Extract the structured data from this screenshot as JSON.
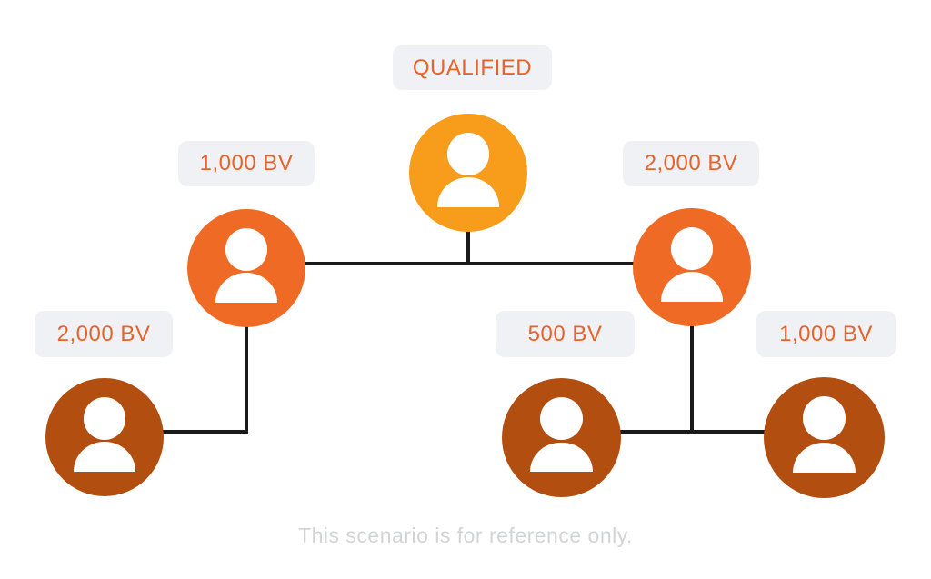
{
  "page": {
    "background": "#ffffff",
    "footer_note": "This scenario is for reference only."
  },
  "diagram": {
    "type": "tree",
    "colors": {
      "root_node": "#F89C1B",
      "mid_node": "#EE6A25",
      "leaf_node": "#B14E10",
      "label_text": "#E8632C",
      "label_bg": "#EFF1F4",
      "connector": "#1A1A1A",
      "footer_text": "#D3D4D6"
    },
    "root": {
      "id": "qualified-root",
      "label": "QUALIFIED",
      "icon": "person-icon"
    },
    "nodes": [
      {
        "id": "left-leg",
        "value": "1,000 BV",
        "icon": "person-icon",
        "parent": "qualified-root"
      },
      {
        "id": "right-leg",
        "value": "2,000 BV",
        "icon": "person-icon",
        "parent": "qualified-root"
      },
      {
        "id": "left-leg-child",
        "value": "2,000 BV",
        "icon": "person-icon",
        "parent": "left-leg"
      },
      {
        "id": "right-leg-child-left",
        "value": "500 BV",
        "icon": "person-icon",
        "parent": "right-leg"
      },
      {
        "id": "right-leg-child-right",
        "value": "1,000 BV",
        "icon": "person-icon",
        "parent": "right-leg"
      }
    ]
  }
}
